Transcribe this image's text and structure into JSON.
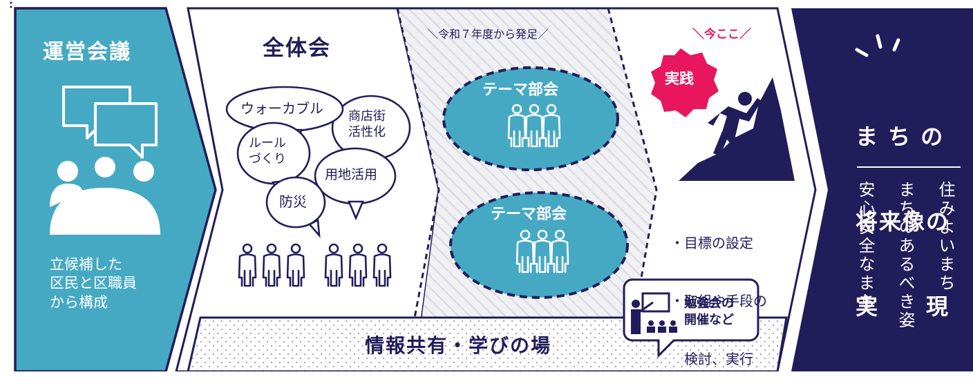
{
  "colors": {
    "navy": "#211d5a",
    "teal": "#46a9c3",
    "pink": "#e8175d",
    "light_bg": "#ececf0",
    "white": "#ffffff"
  },
  "steering": {
    "title": "運営会議",
    "description": [
      "立候補した",
      "区民と区職員",
      "から構成"
    ],
    "icons": [
      "speech-bubbles-icon",
      "meeting-table-icon"
    ]
  },
  "plenary": {
    "title": "全体会",
    "topics": [
      "ウォーカブル",
      "商店街\n活性化",
      "ルール\nづくり",
      "用地活用",
      "防災"
    ],
    "icons": [
      "people-group-icon"
    ]
  },
  "theme": {
    "note": "＼令和７年度から発足／",
    "groups": [
      "テーマ部会",
      "テーマ部会"
    ]
  },
  "practice": {
    "now_label": "＼今ここ／",
    "badge": "実践",
    "items": [
      "・目標の設定",
      "・取組や手段の",
      "　検討、実行"
    ],
    "icons": [
      "climber-icon"
    ]
  },
  "study": {
    "lines": [
      "勉強会の",
      "開催など"
    ],
    "icons": [
      "teacher-icon"
    ]
  },
  "shared": {
    "label": "情報共有・学びの場"
  },
  "vision": {
    "title_lines": [
      "ま ち の",
      "将来像の",
      "実　　現"
    ],
    "columns": [
      "住みよいまち",
      "まちのあるべき姿",
      "安心安全なまち"
    ],
    "icons": [
      "sparkle-lines-icon"
    ]
  }
}
